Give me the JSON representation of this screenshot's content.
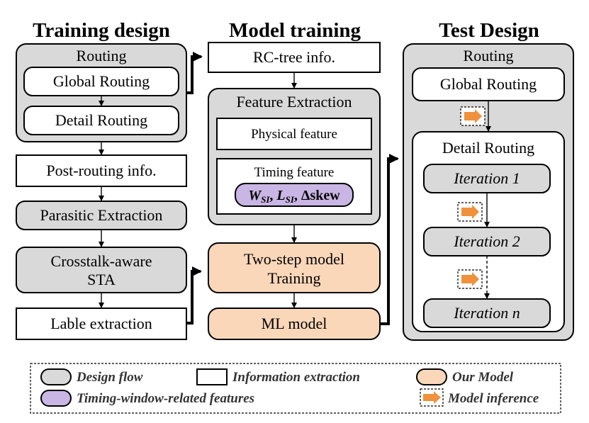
{
  "headers": {
    "training_design": "Training design",
    "model_training": "Model training",
    "test_design": "Test Design"
  },
  "training": {
    "routing": "Routing",
    "global_routing": "Global Routing",
    "detail_routing": "Detail Routing",
    "post_routing": "Post-routing info.",
    "parasitic": "Parasitic Extraction",
    "sta_line1": "Crosstalk-aware",
    "sta_line2": "STA",
    "label_extraction": "Lable extraction"
  },
  "model": {
    "rc_tree": "RC-tree info.",
    "feature_extraction": "Feature Extraction",
    "physical_feature": "Physical feature",
    "timing_feature": "Timing feature",
    "timing_pill": {
      "w": "W",
      "w_sub": "SI",
      "sep1": ", ",
      "l": "L",
      "l_sub": "SI",
      "sep2": ", ",
      "skew": "Δskew"
    },
    "two_step_line1": "Two-step model",
    "two_step_line2": "Training",
    "ml_model": "ML model"
  },
  "test": {
    "routing": "Routing",
    "global_routing": "Global Routing",
    "detail_routing": "Detail Routing",
    "iteration_1": "Iteration 1",
    "iteration_2": "Iteration 2",
    "iteration_n": "Iteration n"
  },
  "legend": {
    "design_flow": "Design flow",
    "information_extraction": "Information extraction",
    "our_model": "Our Model",
    "timing_window": "Timing-window-related features",
    "model_inference": "Model inference"
  },
  "colors": {
    "gray": "#d9d9d9",
    "orange": "#fad7b9",
    "purple": "#c9b6e4",
    "inference_arrow": "#f0913c"
  }
}
